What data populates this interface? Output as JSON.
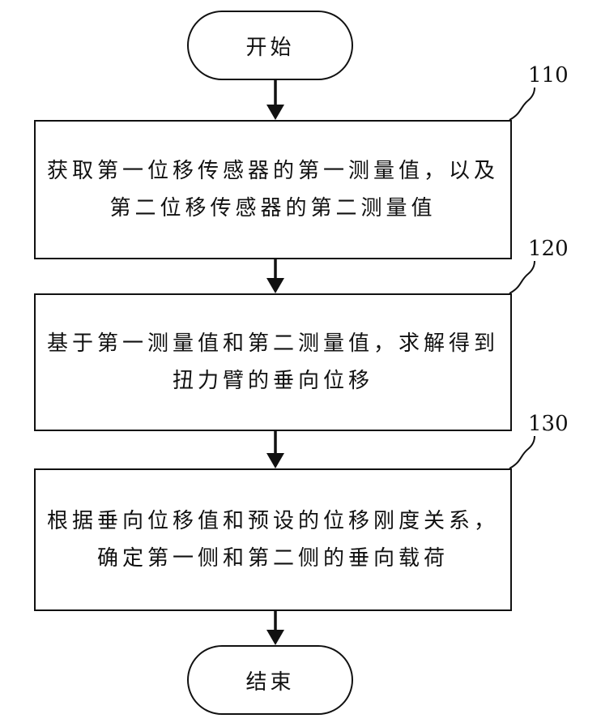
{
  "flowchart": {
    "start": {
      "label": "开始"
    },
    "steps": [
      {
        "number": "110",
        "text": "获取第一位移传感器的第一测量值，以及第二位移传感器的第二测量值"
      },
      {
        "number": "120",
        "text": "基于第一测量值和第二测量值，求解得到扭力臂的垂向位移"
      },
      {
        "number": "130",
        "text": "根据垂向位移值和预设的位移刚度关系，确定第一侧和第二侧的垂向载荷"
      }
    ],
    "end": {
      "label": "结束"
    }
  }
}
